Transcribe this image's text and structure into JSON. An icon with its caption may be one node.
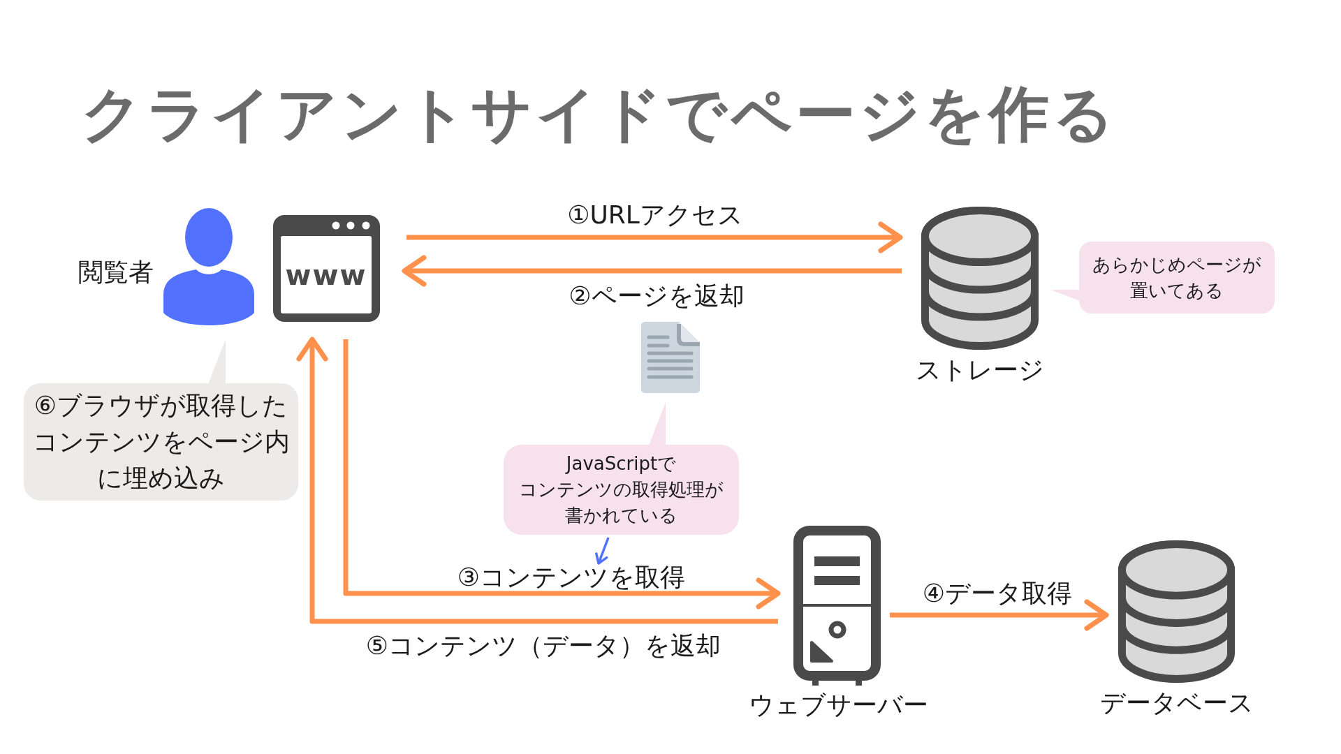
{
  "diagram": {
    "title": "クライアントサイドでページを作る",
    "nodes": [
      {
        "text": [],
        "shape": "person",
        "beside": [
          "閲覧者"
        ]
      },
      {
        "text": [
          "www"
        ]
      },
      {
        "text": [],
        "shape": "cylinder",
        "beside": [
          "ストレージ"
        ]
      },
      {
        "text": [
          "あらかじめページが置いてある"
        ]
      },
      {
        "text": [
          "⑥ブラウザが取得したコンテンツをページ内に埋め込み"
        ]
      },
      {
        "text": [
          "JavaScriptでコンテンツの取得処理が書かれている"
        ]
      },
      {
        "text": [],
        "shape": "picture",
        "beside": [
          "ウェブサーバー"
        ]
      },
      {
        "text": [],
        "shape": "cylinder",
        "beside": [
          "データベース"
        ]
      }
    ],
    "edges": [
      {
        "from": 1,
        "to": 2,
        "arrow": "to",
        "label": "①URLアクセス"
      },
      {
        "from": 2,
        "to": 1,
        "arrow": "to",
        "label": "②ページを返却"
      },
      {
        "from": 1,
        "to": 6,
        "arrow": "to",
        "label": "③コンテンツを取得"
      },
      {
        "from": 6,
        "to": 7,
        "arrow": "to",
        "label": "④データ取得"
      },
      {
        "from": 6,
        "to": 1,
        "arrow": "to",
        "label": "⑤コンテンツ（データ）を返却"
      },
      {
        "from": 5,
        "to": null,
        "arrow": "to",
        "color": "#5271ff"
      }
    ]
  }
}
